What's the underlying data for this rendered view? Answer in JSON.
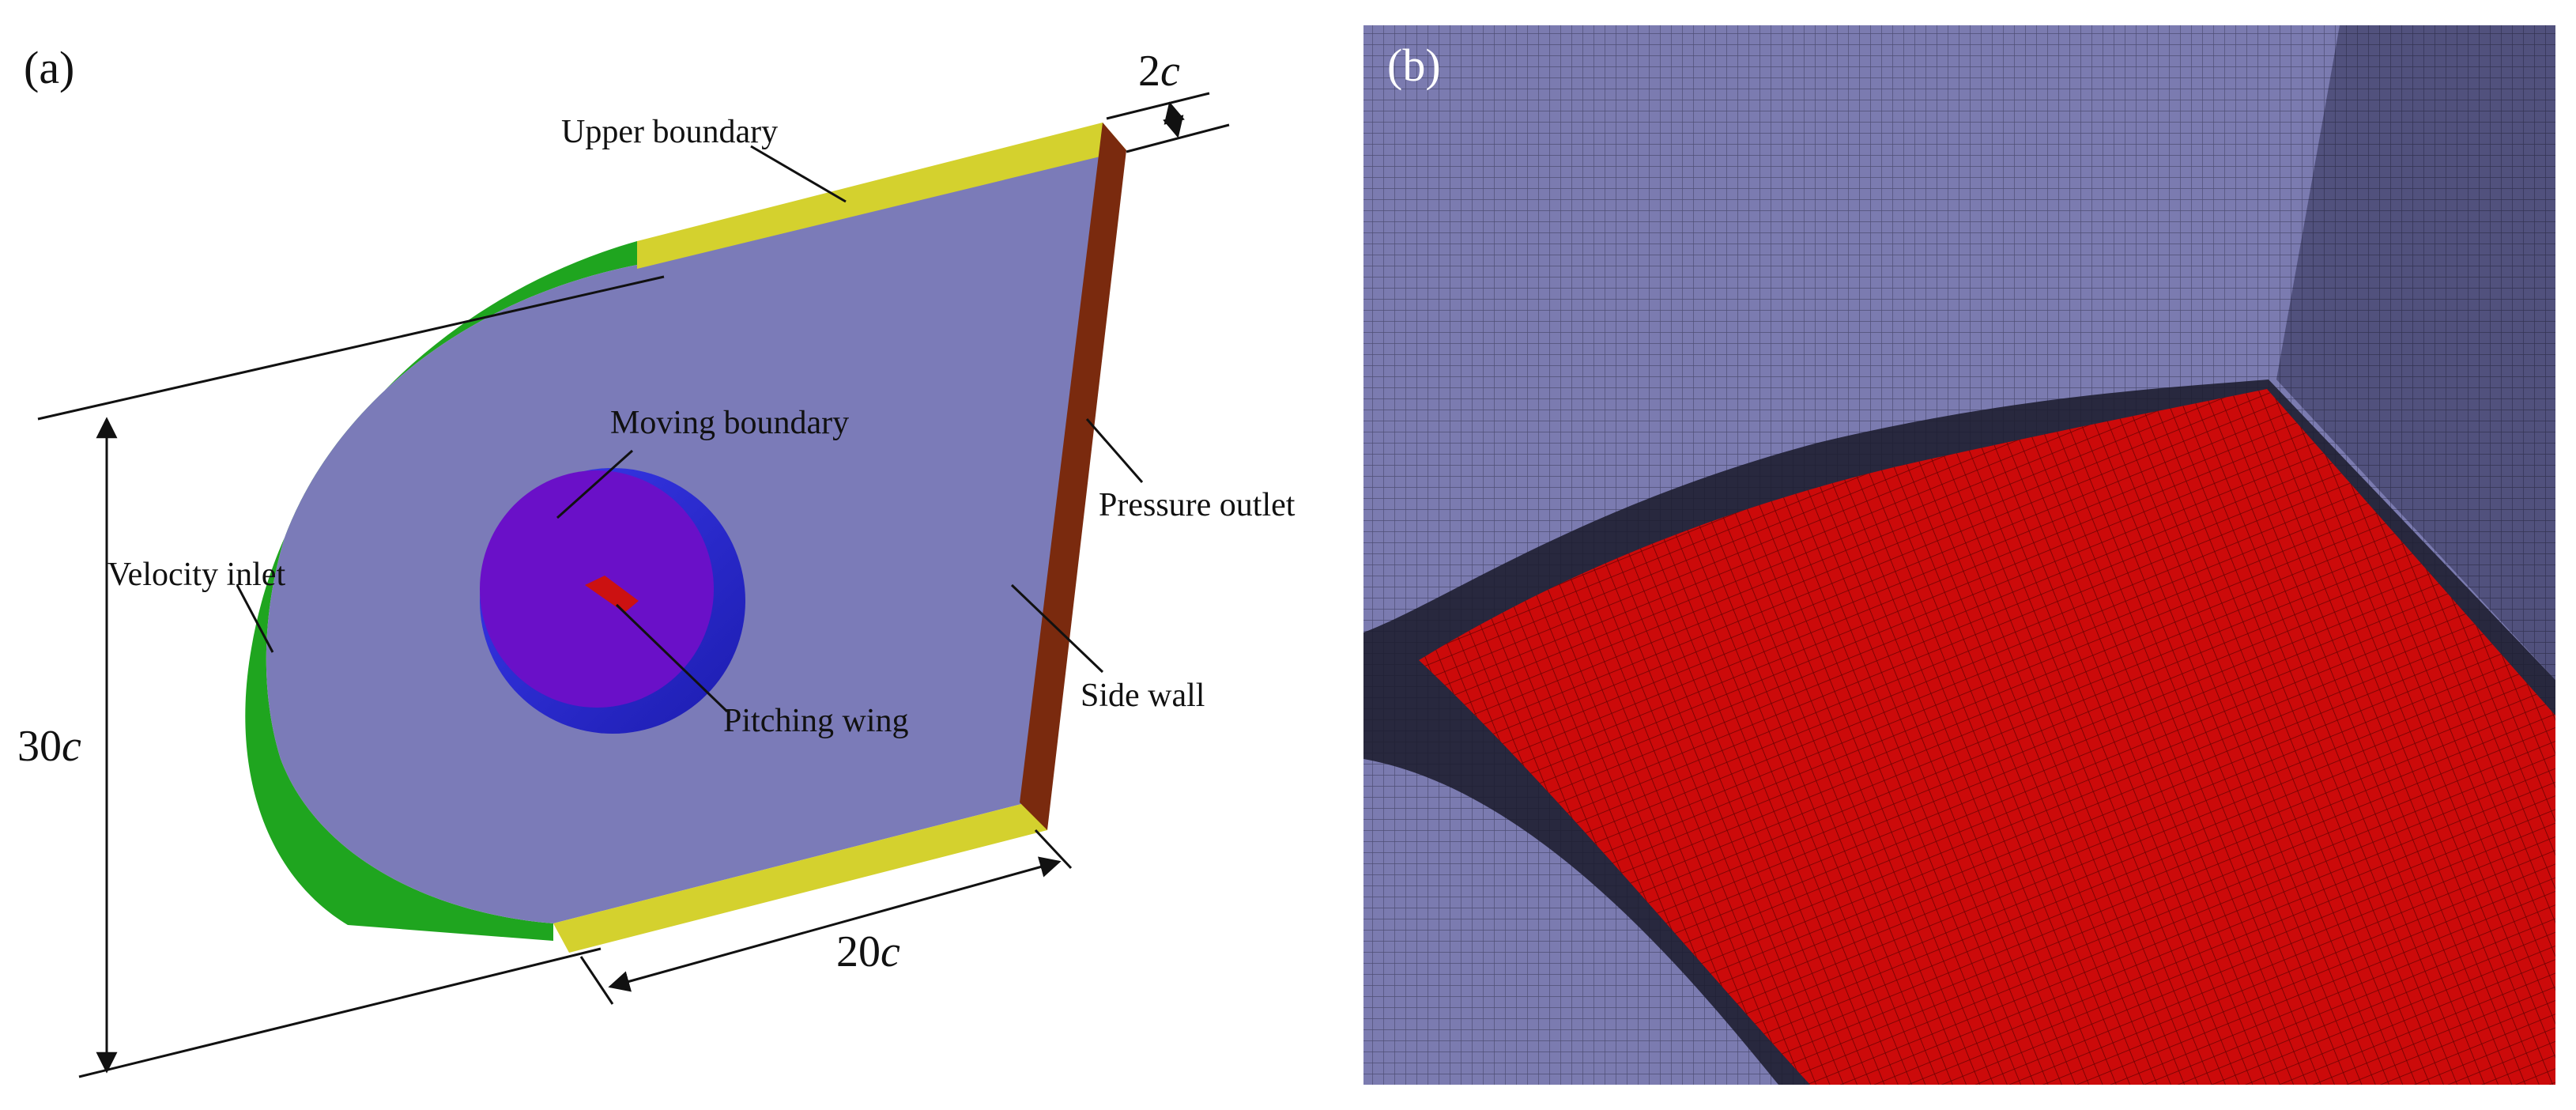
{
  "panel_a": {
    "tag": "(a)",
    "labels": {
      "upper_boundary": "Upper boundary",
      "moving_boundary": "Moving boundary",
      "velocity_inlet": "Velocity inlet",
      "pressure_outlet": "Pressure outlet",
      "side_wall": "Side wall",
      "pitching_wing": "Pitching wing"
    },
    "dimensions": {
      "thickness": {
        "value": "2",
        "unit": "c"
      },
      "height": {
        "value": "30",
        "unit": "c"
      },
      "length": {
        "value": "20",
        "unit": "c"
      }
    },
    "colors": {
      "side_face": "#7b7bb8",
      "inlet": "#1fa51f",
      "upper_lower_boundary": "#d4d12e",
      "outlet": "#7a2a0e",
      "moving_ring": "#2b2bd1",
      "moving_face": "#6a10c8",
      "wing": "#cc1111"
    }
  },
  "panel_b": {
    "tag": "(b)",
    "colors": {
      "mesh_background": "#7b7bb0",
      "mesh_line": "#2a2a44",
      "wing_surface": "#cc0a0a",
      "wing_grid": "#4a0000"
    }
  }
}
